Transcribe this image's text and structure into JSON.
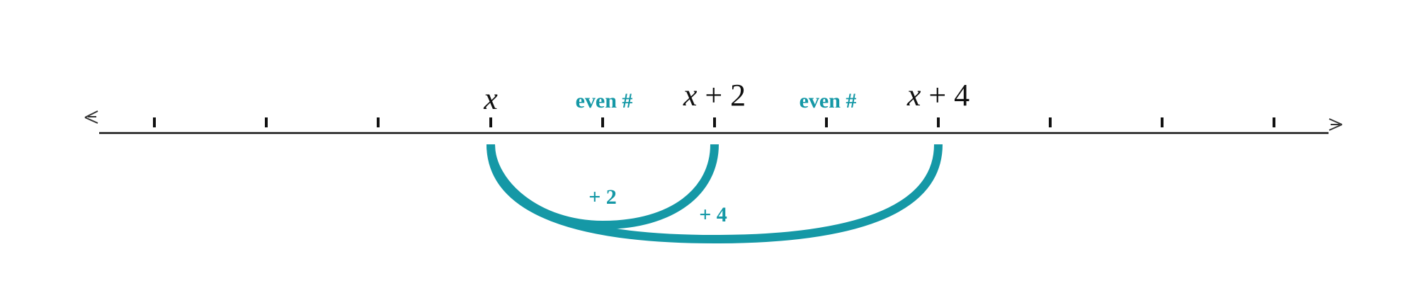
{
  "figure": {
    "type": "number-line",
    "description": "Consecutive even integers on a number line",
    "accent_color": "#1598a6",
    "ink_color": "#111111",
    "axis": {
      "left_arrow": "<",
      "right_arrow": ">",
      "tick_count": 11
    },
    "labels": {
      "x": {
        "var": "x",
        "rest": ""
      },
      "x_plus_2": {
        "var": "x",
        "rest": " + 2"
      },
      "x_plus_4": {
        "var": "x",
        "rest": " + 4"
      },
      "even_1": "even #",
      "even_2": "even #"
    },
    "arcs": [
      {
        "from": "x",
        "to": "x + 2",
        "label": "+ 2"
      },
      {
        "from": "x",
        "to": "x + 4",
        "label": "+ 4"
      }
    ]
  }
}
